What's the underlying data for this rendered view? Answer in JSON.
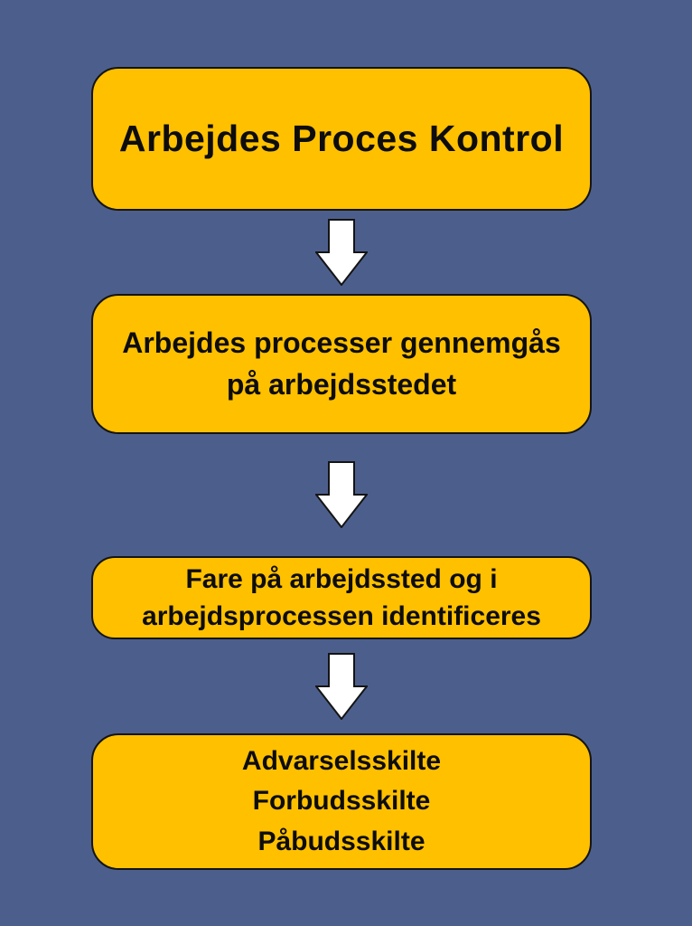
{
  "theme": {
    "background_color": "#4C5F8C",
    "box_fill": "#FFC000",
    "box_border_color": "#141414",
    "text_color": "#0d0d0d",
    "arrow_fill": "#FFFFFF",
    "arrow_outline": "#141414"
  },
  "flowchart": {
    "title": "Arbejdes Proces Kontrol",
    "nodes": [
      {
        "id": "title",
        "lines": [
          "Arbejdes Proces Kontrol"
        ]
      },
      {
        "id": "step-1",
        "lines": [
          "Arbejdes processer gennemgås",
          "på arbejdsstedet"
        ]
      },
      {
        "id": "step-2",
        "lines": [
          "Fare på arbejdssted og i",
          "arbejdsprocessen identificeres"
        ]
      },
      {
        "id": "step-3",
        "lines": [
          "Advarselsskilte",
          "Forbudsskilte",
          "Påbudsskilte"
        ]
      }
    ],
    "connector": "down-arrow"
  }
}
